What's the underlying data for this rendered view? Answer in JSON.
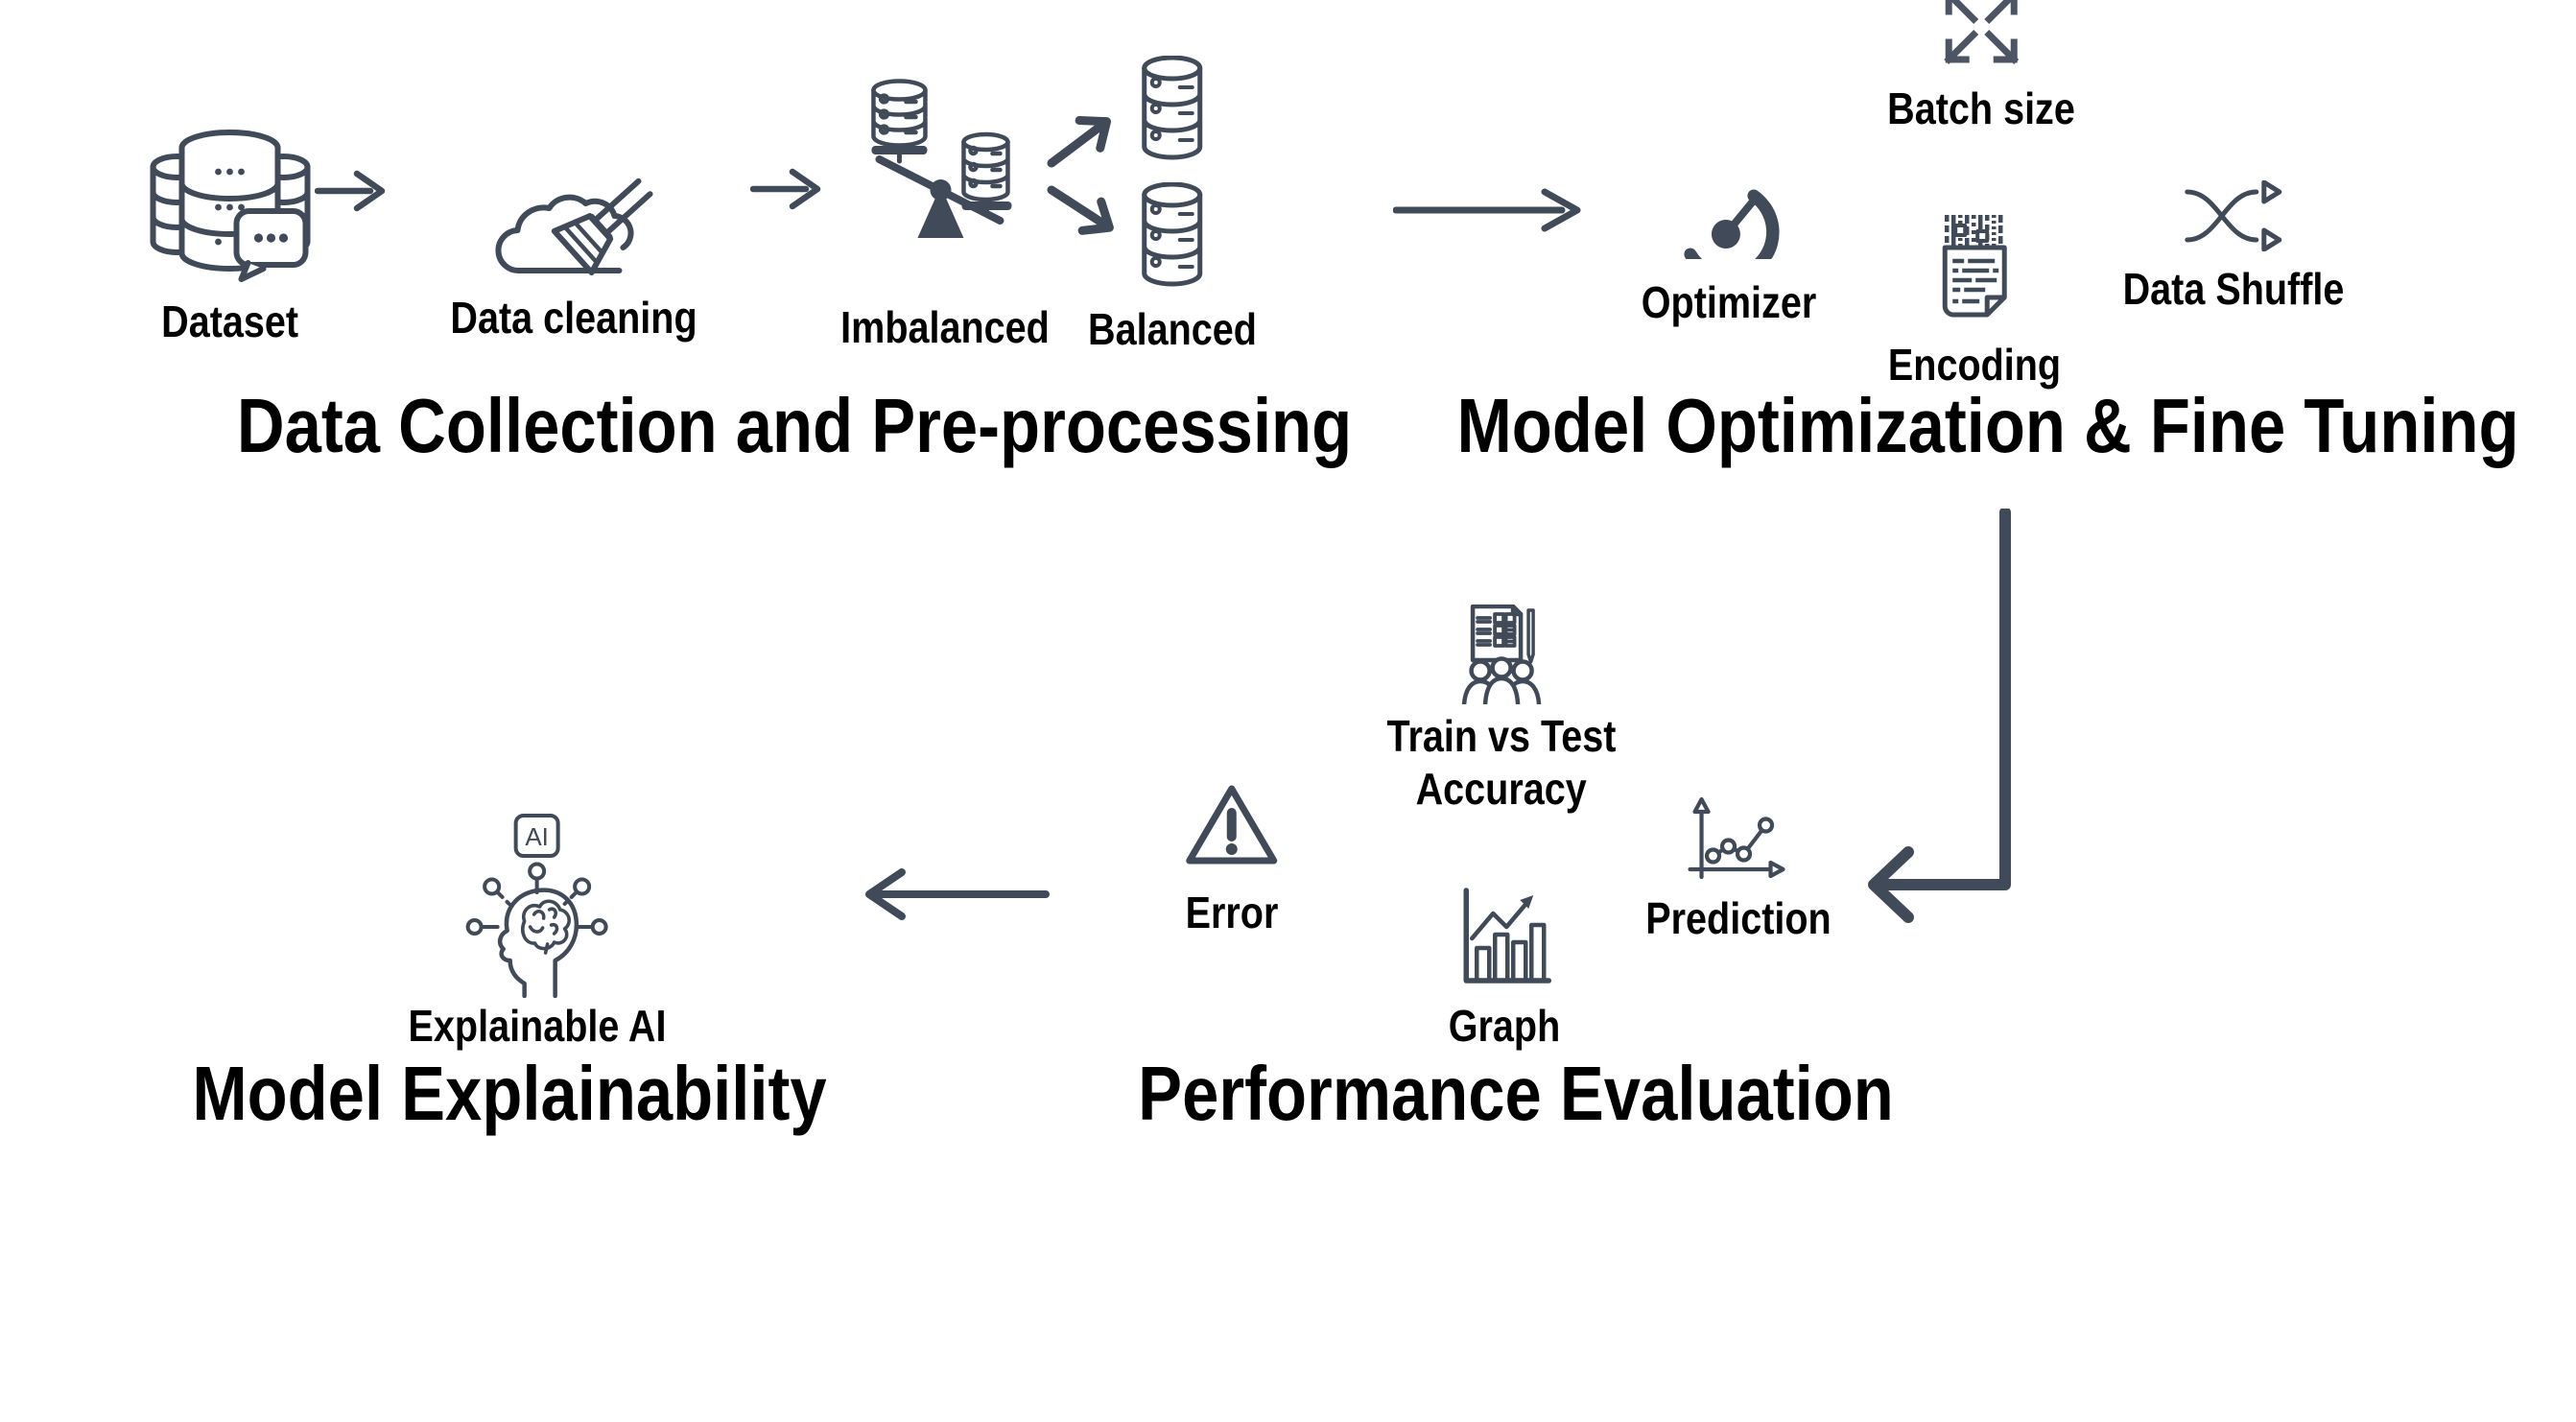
{
  "diagram_title": "",
  "colors": {
    "background": "#ffffff",
    "icon": "#414a58",
    "icon_light": "#4d5565",
    "text": "#000000"
  },
  "sections": [
    {
      "id": "data-collection",
      "title": "Data Collection and Pre-processing"
    },
    {
      "id": "model-optimization",
      "title": "Model Optimization & Fine Tuning"
    },
    {
      "id": "performance-evaluation",
      "title": "Performance Evaluation"
    },
    {
      "id": "model-explainability",
      "title": "Model Explainability"
    }
  ],
  "nodes": [
    {
      "id": "dataset",
      "label": "Dataset",
      "icon": "database-stack-icon"
    },
    {
      "id": "data-cleaning",
      "label": "Data cleaning",
      "icon": "broom-cloud-icon"
    },
    {
      "id": "imbalanced",
      "label": "Imbalanced",
      "icon": "imbalance-scale-icon"
    },
    {
      "id": "balanced",
      "label": "Balanced",
      "icon": "database-icon"
    },
    {
      "id": "optimizer",
      "label": "Optimizer",
      "icon": "gauge-icon"
    },
    {
      "id": "batch-size",
      "label": "Batch size",
      "icon": "expand-arrows-icon"
    },
    {
      "id": "encoding",
      "label": "Encoding",
      "icon": "encoded-document-icon"
    },
    {
      "id": "data-shuffle",
      "label": "Data Shuffle",
      "icon": "shuffle-icon"
    },
    {
      "id": "train-vs-test",
      "label_lines": [
        "Train vs Test",
        "Accuracy"
      ],
      "icon": "survey-people-icon"
    },
    {
      "id": "prediction",
      "label": "Prediction",
      "icon": "line-chart-icon"
    },
    {
      "id": "graph",
      "label": "Graph",
      "icon": "bar-chart-icon"
    },
    {
      "id": "error",
      "label": "Error",
      "icon": "warning-icon"
    },
    {
      "id": "explainable-ai",
      "label": "Explainable AI",
      "icon": "ai-head-icon",
      "badge": "AI"
    }
  ]
}
